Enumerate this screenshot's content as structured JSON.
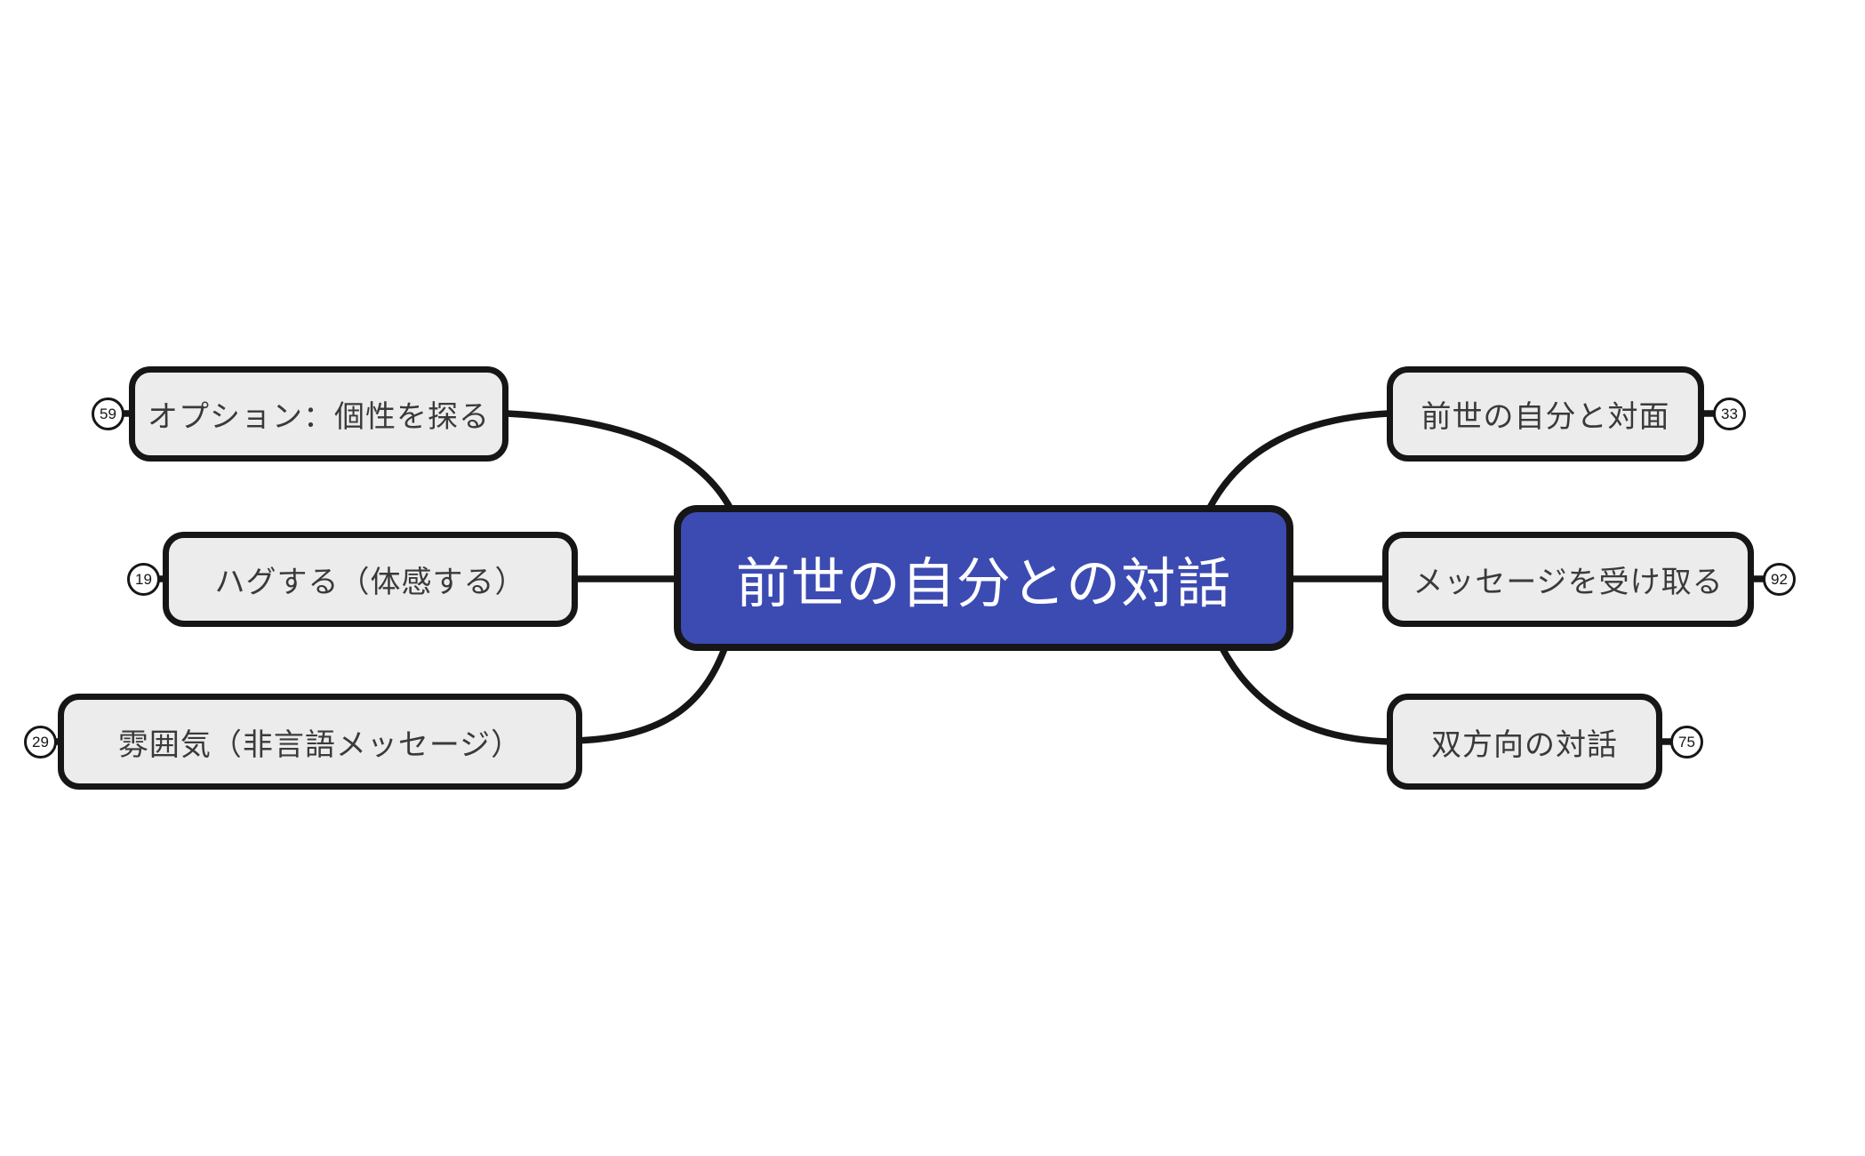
{
  "diagram": {
    "type": "mindmap",
    "background_color": "#ffffff",
    "connector_color": "#161616",
    "root": {
      "label": "前世の自分との対話",
      "fill_color": "#3c4bb2",
      "text_color": "#ffffff",
      "border_color": "#161616"
    },
    "node_style": {
      "fill_color": "#ececec",
      "border_color": "#161616",
      "text_color": "#3a3a3a",
      "badge_fill_color": "#ffffff"
    },
    "nodes": [
      {
        "side": "left",
        "position": "top",
        "label": "オプション：個性を探る",
        "badge": "59"
      },
      {
        "side": "left",
        "position": "middle",
        "label": "ハグする（体感する）",
        "badge": "19"
      },
      {
        "side": "left",
        "position": "bottom",
        "label": "雰囲気（非言語メッセージ）",
        "badge": "29"
      },
      {
        "side": "right",
        "position": "top",
        "label": "前世の自分と対面",
        "badge": "33"
      },
      {
        "side": "right",
        "position": "middle",
        "label": "メッセージを受け取る",
        "badge": "92"
      },
      {
        "side": "right",
        "position": "bottom",
        "label": "双方向の対話",
        "badge": "75"
      }
    ]
  }
}
